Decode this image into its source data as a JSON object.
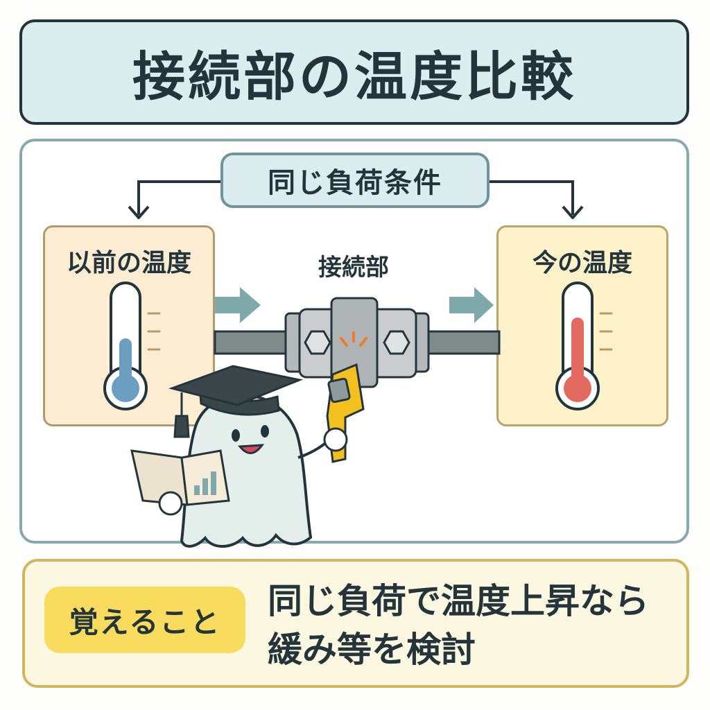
{
  "title": "接続部の温度比較",
  "condition": "同じ負荷条件",
  "before": {
    "label": "以前の温度"
  },
  "joint": {
    "label": "接続部"
  },
  "now": {
    "label": "今の温度"
  },
  "remember": {
    "badge": "覚えること",
    "line1": "同じ負荷で温度上昇なら",
    "line2": "緩み等を検討"
  },
  "colors": {
    "cold": "#6c9fbf",
    "hot": "#e46a61",
    "accent_yellow": "#f9dc5d",
    "frame_teal": "#87a9ae"
  },
  "icons": [
    "thermometer-icon",
    "arrow-right-icon",
    "pipe-joint-icon",
    "infrared-thermometer-icon",
    "graduation-cap-icon",
    "book-icon"
  ]
}
